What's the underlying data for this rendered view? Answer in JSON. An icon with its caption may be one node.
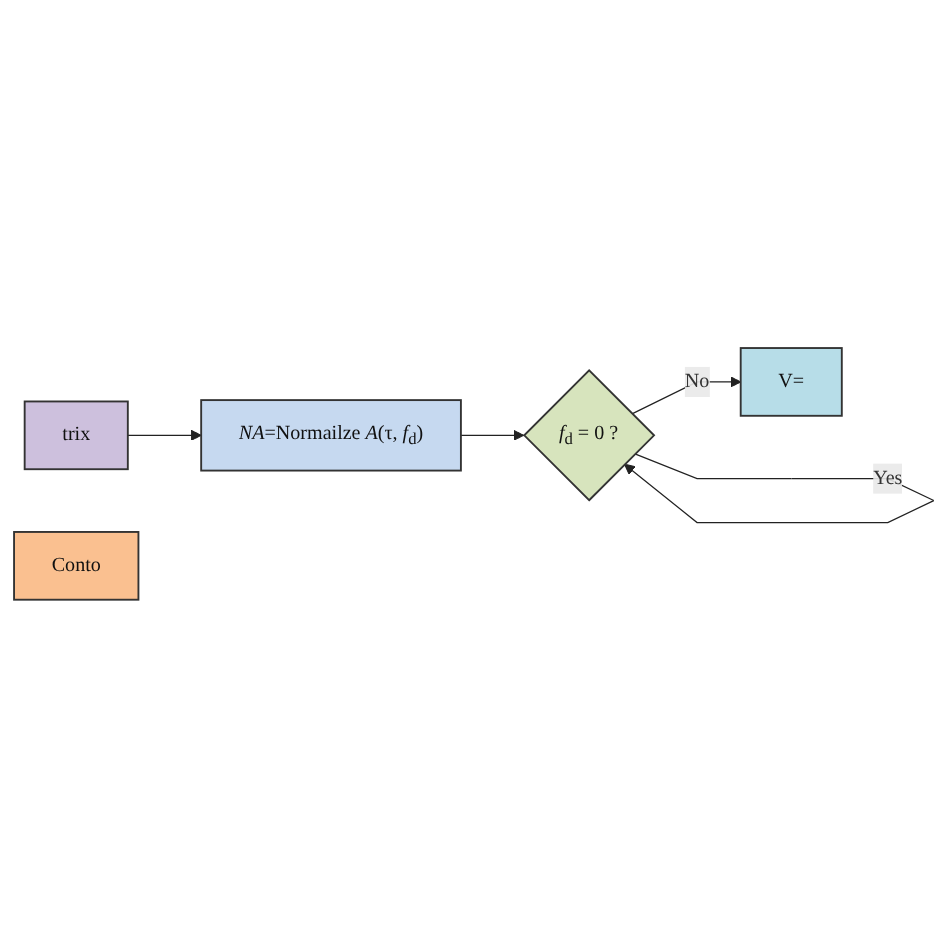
{
  "diagram": {
    "nodes": [
      {
        "text": [
          "trix"
        ]
      },
      {
        "text": [
          "*NA*=Normailze *A*(τ, *f*$_{d}$)"
        ]
      },
      {
        "text": [
          "*f*$_{d}$ = 0 ?"
        ]
      },
      {
        "text": [
          "V="
        ]
      },
      {
        "text": [
          "Conto"
        ]
      }
    ],
    "edges": [
      {
        "from": 0,
        "to": 1,
        "arrow": "to"
      },
      {
        "from": 1,
        "to": 2,
        "arrow": "to"
      },
      {
        "from": 2,
        "to": 2,
        "arrow": "to",
        "label": "Yes"
      },
      {
        "from": 2,
        "to": 3,
        "arrow": "to",
        "label": "No"
      }
    ]
  }
}
